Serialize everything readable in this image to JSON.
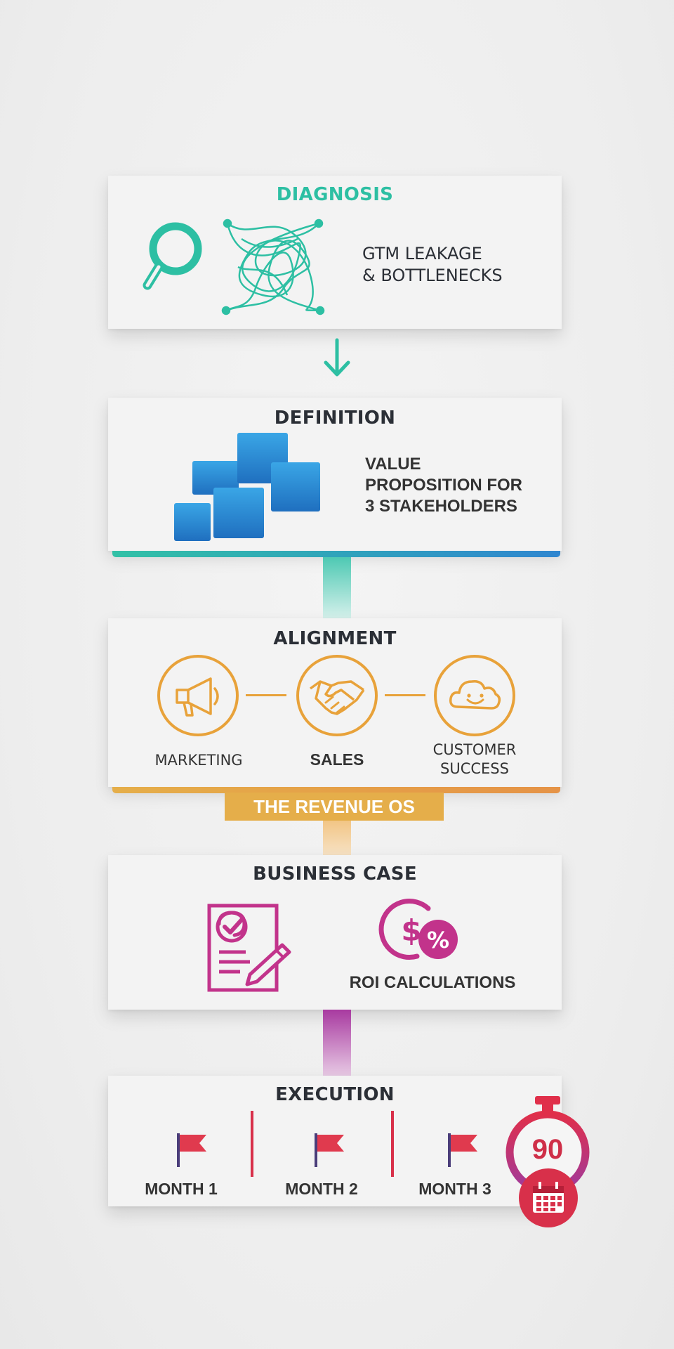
{
  "stages": {
    "diagnosis": {
      "title": "DIAGNOSIS",
      "text_line1": "GTM LEAKAGE",
      "text_line2": "& BOTTLENECKS",
      "color": "#2dbfa3"
    },
    "definition": {
      "title": "DEFINITION",
      "text_line1": "VALUE",
      "text_line2": "PROPOSITION FOR",
      "text_line3": "3 STAKEHOLDERS",
      "color": "#2f86d0"
    },
    "alignment": {
      "title": "ALIGNMENT",
      "items": [
        {
          "label": "MARKETING"
        },
        {
          "label": "SALES"
        },
        {
          "label_line1": "CUSTOMER",
          "label_line2": "SUCCESS"
        }
      ],
      "color": "#e8a23a"
    },
    "banner": {
      "label": "THE REVENUE OS",
      "color": "#e5ae4a"
    },
    "business_case": {
      "title": "BUSINESS CASE",
      "roi_label": "ROI CALCULATIONS",
      "color": "#c2338b"
    },
    "execution": {
      "title": "EXECUTION",
      "months": [
        "MONTH 1",
        "MONTH 2",
        "MONTH 3"
      ],
      "timer_value": "90",
      "color": "#d8304a"
    }
  },
  "icons": [
    "magnifier-icon",
    "tangled-network-icon",
    "down-arrow-icon",
    "blocks-icon",
    "megaphone-icon",
    "handshake-icon",
    "cloud-smile-icon",
    "checklist-document-icon",
    "dollar-percent-icon",
    "flag-icon",
    "stopwatch-icon",
    "calendar-icon"
  ]
}
